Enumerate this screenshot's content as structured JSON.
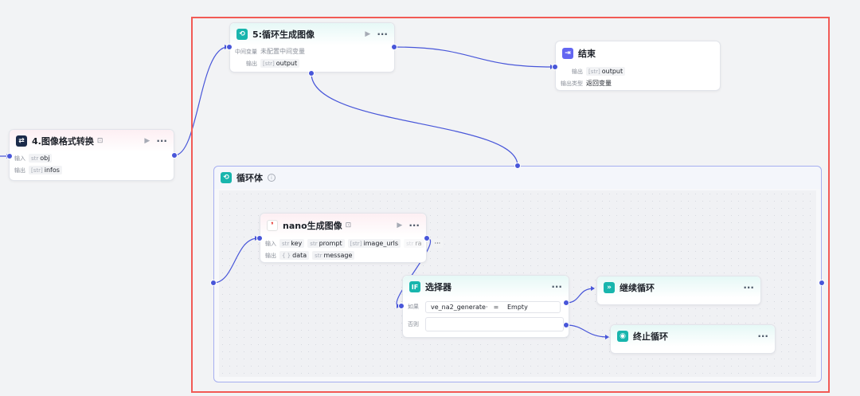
{
  "colors": {
    "accent": "#4856d9",
    "frame": "#f25a55",
    "teal": "#18b5ad",
    "purple": "#6366f1"
  },
  "node_convert": {
    "title": "4.图像格式转换",
    "icon": "image-convert-icon",
    "input_label": "输入",
    "input_type": "str",
    "input_name": "obj",
    "output_label": "输出",
    "output_type": "[str]",
    "output_name": "infos"
  },
  "node_loop": {
    "title": "5:循环生成图像",
    "icon": "loop-icon",
    "var_label": "中间变量",
    "var_value": "未配置中间变量",
    "output_label": "输出",
    "output_type": "[str]",
    "output_name": "output"
  },
  "node_end": {
    "title": "结束",
    "icon": "exit-icon",
    "output_label": "输出",
    "output_type": "[str]",
    "output_name": "output",
    "output_kind_label": "输出类型",
    "output_kind_value": "返回变量"
  },
  "loop_body": {
    "title": "循环体",
    "icon": "loop-icon"
  },
  "node_nano": {
    "title": "nano生成图像",
    "icon": "chili-icon",
    "input_label": "输入",
    "inputs": [
      {
        "type": "str",
        "name": "key"
      },
      {
        "type": "str",
        "name": "prompt"
      },
      {
        "type": "[str]",
        "name": "image_urls"
      },
      {
        "type": "str",
        "name": "ra"
      }
    ],
    "more_inputs": "···",
    "output_label": "输出",
    "outputs": [
      {
        "type": "{ }",
        "name": "data"
      },
      {
        "type": "str",
        "name": "message"
      }
    ]
  },
  "node_if": {
    "title": "选择器",
    "icon_text": "IF",
    "if_label": "如果",
    "condition_left": "ve_na2_generate···",
    "operator": "=",
    "condition_right": "Empty",
    "else_label": "否则"
  },
  "node_continue": {
    "title": "继续循环",
    "icon": "continue-icon"
  },
  "node_break": {
    "title": "终止循环",
    "icon": "stop-icon"
  },
  "common": {
    "more": "···",
    "play": "▶"
  }
}
